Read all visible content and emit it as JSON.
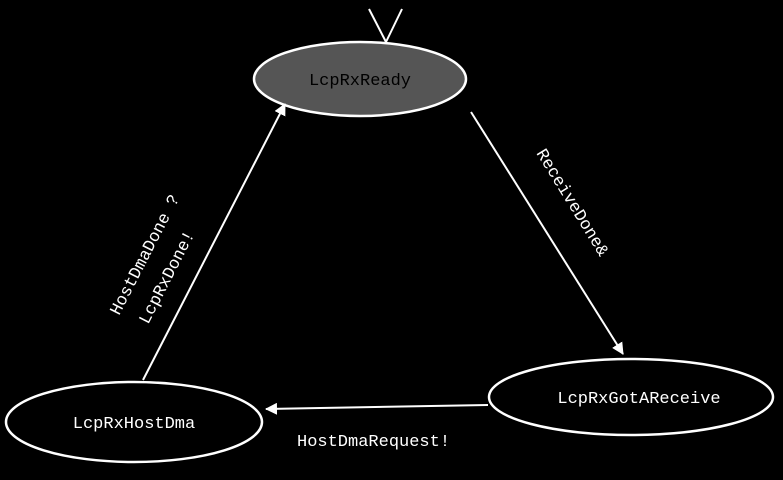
{
  "colors": {
    "background": "#000000",
    "stroke": "#ffffff",
    "initial_state_fill": "#555555",
    "state_fill": "#000000",
    "text_on_initial": "#000000",
    "text": "#ffffff"
  },
  "states": {
    "ready": {
      "label": "LcpRxReady",
      "initial": true
    },
    "got_receive": {
      "label": "LcpRxGotAReceive",
      "initial": false
    },
    "host_dma": {
      "label": "LcpRxHostDma",
      "initial": false
    }
  },
  "transitions": {
    "receive_done": {
      "label": "ReceiveDone&"
    },
    "host_dma_request": {
      "label": "HostDmaRequest!"
    },
    "host_dma_done": {
      "label_line1": "HostDmaDone ?",
      "label_line2": "LcpRxDone!"
    }
  }
}
